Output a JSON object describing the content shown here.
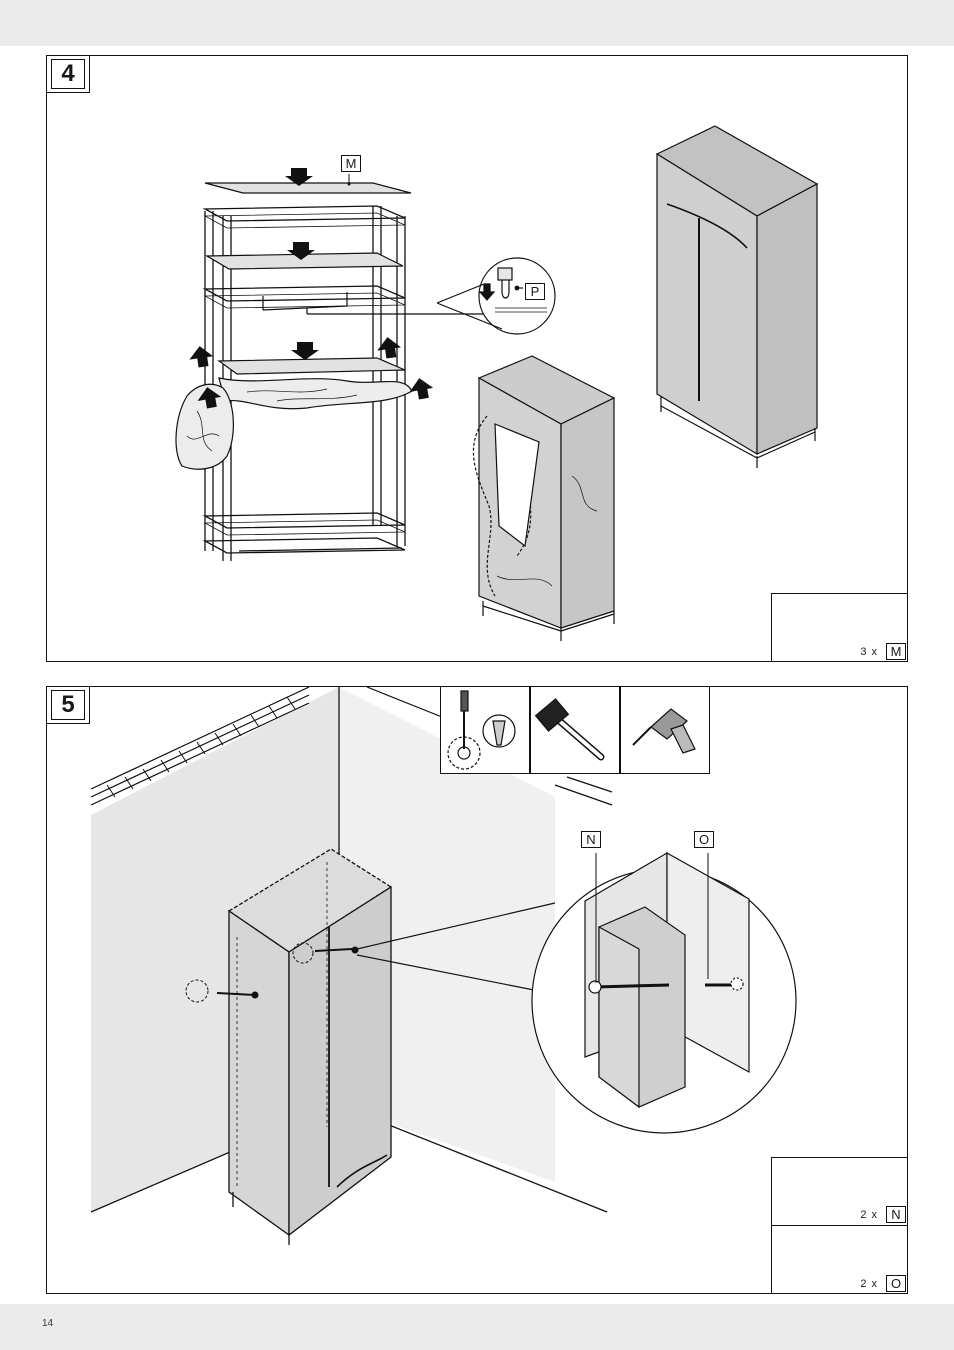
{
  "page": {
    "number": "14"
  },
  "steps": [
    {
      "number": "4",
      "callouts": {
        "shelf_label": "M",
        "clip_label": "P"
      },
      "parts": [
        {
          "quantity": "3 x",
          "label": "M"
        }
      ]
    },
    {
      "number": "5",
      "callouts": {
        "screw_label": "N",
        "anchor_label": "O"
      },
      "tools": [
        "screwdriver-icon",
        "hammer-icon",
        "drill-icon"
      ],
      "parts": [
        {
          "quantity": "2 x",
          "label": "N"
        },
        {
          "quantity": "2 x",
          "label": "O"
        }
      ]
    }
  ]
}
